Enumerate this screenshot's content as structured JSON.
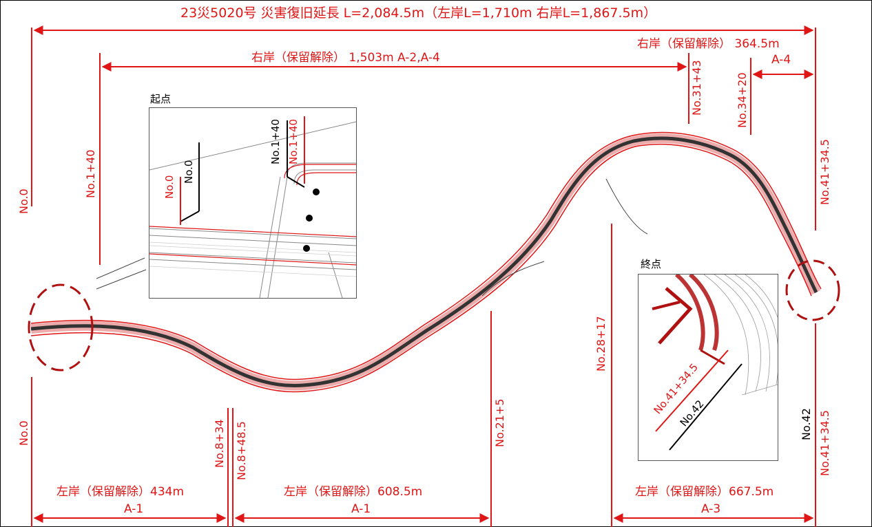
{
  "title": "23災5020号 災害復旧延長 L=2,084.5m（左岸L=1,710m 右岸L=1,867.5m）",
  "top": {
    "right_bank_a": {
      "text": "右岸（保留解除） 1,503m A-2,A-4"
    },
    "right_bank_b": {
      "text": "右岸（保留解除） 364.5m",
      "sub": "A-4"
    }
  },
  "bottom": {
    "left_a": {
      "text": "左岸（保留解除）434m",
      "sub": "A-1"
    },
    "left_b": {
      "text": "左岸（保留解除）608.5m",
      "sub": "A-1"
    },
    "left_c": {
      "text": "左岸（保留解除）667.5m",
      "sub": "A-3"
    }
  },
  "stations": {
    "no0_top": "No.0",
    "no0_bottom": "No.0",
    "no1_40": "No.1+40",
    "no31_43": "No.31+43",
    "no34_20": "No.34+20",
    "no41_34_5_top": "No.41+34.5",
    "no8_34": "No.8+34",
    "no8_48_5": "No.8+48.5",
    "no21_5": "No.21+5",
    "no28_17": "No.28+17",
    "no41_34_5_bottom": "No.41+34.5",
    "no42": "No.42"
  },
  "inset_start": {
    "title": "起点",
    "red_0": "No.0",
    "black_0": "No.0",
    "black_1_40": "No.1+40",
    "red_1_40": "No.1+40"
  },
  "inset_end": {
    "title": "終点",
    "red_41": "No.41+34.5",
    "black_42": "No.42"
  },
  "colors": {
    "accent": "#e01515",
    "black": "#000000"
  }
}
